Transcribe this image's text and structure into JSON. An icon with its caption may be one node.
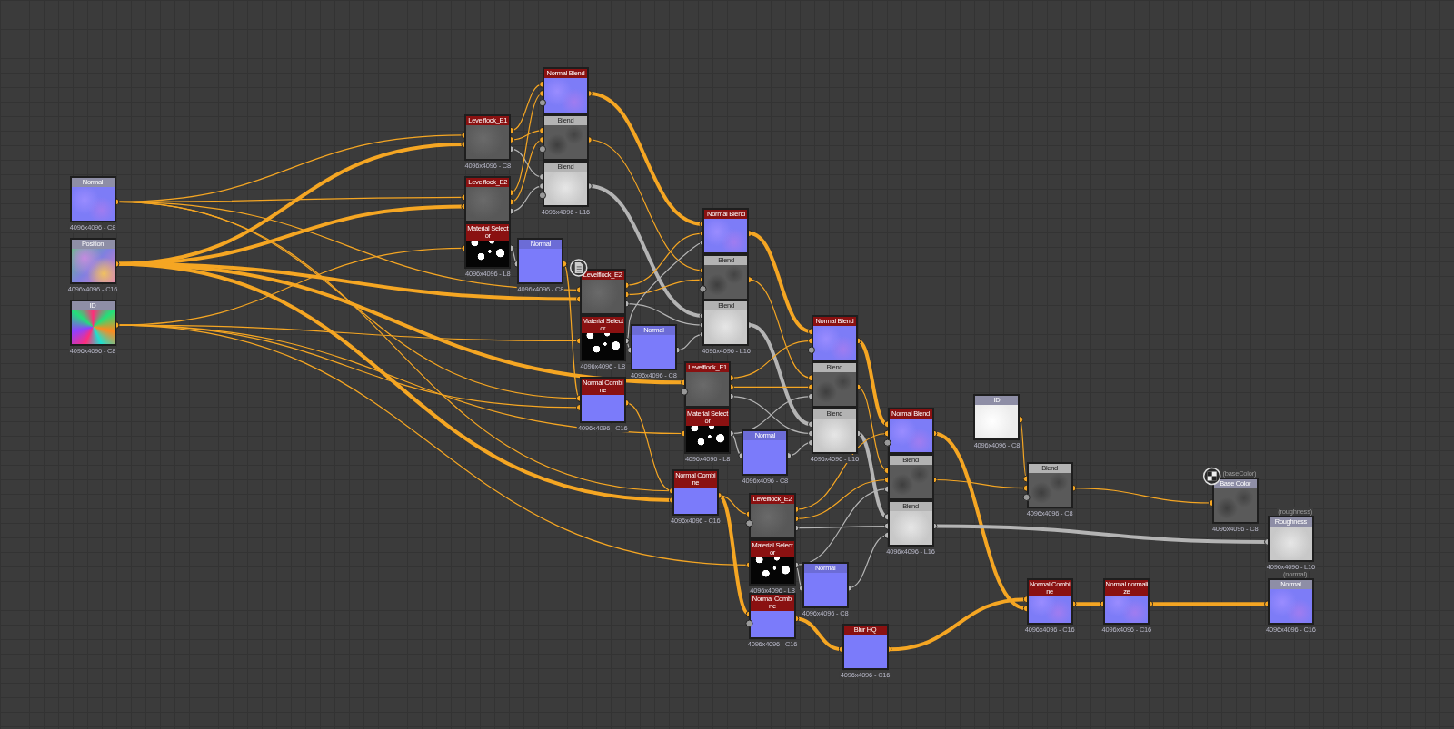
{
  "diagram": {
    "nodes": [
      {
        "text": [
          "Normal"
        ],
        "beside": [
          "4096x4096 - C8"
        ]
      },
      {
        "text": [
          "Position"
        ],
        "beside": [
          "4096x4096 - C16"
        ]
      },
      {
        "text": [
          "ID"
        ],
        "beside": [
          "4096x4096 - C8"
        ]
      },
      {
        "text": [
          "Levelflock_E1"
        ],
        "beside": [
          "4096x4096 - C8"
        ]
      },
      {
        "text": [
          "Levelflock_E2"
        ]
      },
      {
        "text": [
          "Material Selector"
        ],
        "beside": [
          "4096x4096 - L8"
        ]
      },
      {
        "text": [
          "Normal"
        ],
        "beside": [
          "4096x4096 - C8"
        ]
      },
      {
        "text": [
          "Normal Blend"
        ]
      },
      {
        "text": [
          "Blend"
        ]
      },
      {
        "text": [
          "Blend"
        ],
        "beside": [
          "4096x4096 - L16"
        ]
      },
      {
        "text": [
          "Levelflock_E2"
        ]
      },
      {
        "text": [
          "Material Selector"
        ],
        "beside": [
          "4096x4096 - L8"
        ]
      },
      {
        "text": [
          "Normal"
        ],
        "beside": [
          "4096x4096 - C8"
        ]
      },
      {
        "text": [
          "Normal Combine"
        ],
        "beside": [
          "4096x4096 - C16"
        ]
      },
      {
        "text": [
          "Normal Blend"
        ]
      },
      {
        "text": [
          "Blend"
        ]
      },
      {
        "text": [
          "Blend"
        ],
        "beside": [
          "4096x4096 - L16"
        ]
      },
      {
        "text": [
          "Levelflock_E1"
        ]
      },
      {
        "text": [
          "Material Selector"
        ],
        "beside": [
          "4096x4096 - L8"
        ]
      },
      {
        "text": [
          "Normal"
        ],
        "beside": [
          "4096x4096 - C8"
        ]
      },
      {
        "text": [
          "Normal Combine"
        ],
        "beside": [
          "4096x4096 - C16"
        ]
      },
      {
        "text": [
          "Normal Blend"
        ]
      },
      {
        "text": [
          "Blend"
        ]
      },
      {
        "text": [
          "Blend"
        ],
        "beside": [
          "4096x4096 - L16"
        ]
      },
      {
        "text": [
          "Levelflock_E2"
        ]
      },
      {
        "text": [
          "Material Selector"
        ],
        "beside": [
          "4096x4096 - L8"
        ]
      },
      {
        "text": [
          "Normal"
        ],
        "beside": [
          "4096x4096 - C8"
        ]
      },
      {
        "text": [
          "Normal Combine"
        ],
        "beside": [
          "4096x4096 - C16"
        ]
      },
      {
        "text": [
          "Blur HQ"
        ],
        "beside": [
          "4096x4096 - C16"
        ]
      },
      {
        "text": [
          "Normal Blend"
        ]
      },
      {
        "text": [
          "Blend"
        ]
      },
      {
        "text": [
          "Blend"
        ],
        "beside": [
          "4096x4096 - L16"
        ]
      },
      {
        "text": [
          "ID"
        ],
        "beside": [
          "4096x4096 - C8"
        ]
      },
      {
        "text": [
          "Blend"
        ],
        "beside": [
          "4096x4096 - C8"
        ]
      },
      {
        "text": [
          "Base Color"
        ],
        "beside": [
          "(baseColor)",
          "4096x4096 - C8"
        ]
      },
      {
        "text": [
          "Roughness"
        ],
        "beside": [
          "(roughness)",
          "4096x4096 - L16"
        ]
      },
      {
        "text": [
          "Normal Combine"
        ],
        "beside": [
          "4096x4096 - C16"
        ]
      },
      {
        "text": [
          "Normal normalize"
        ],
        "beside": [
          "4096x4096 - C16"
        ]
      },
      {
        "text": [
          "Normal"
        ],
        "beside": [
          "(normal)",
          "4096x4096 - C16"
        ]
      }
    ],
    "edges": [
      {
        "from": 0,
        "to": 3,
        "arrow": "other"
      },
      {
        "from": 1,
        "to": 3,
        "arrow": "other",
        "style": "thick"
      },
      {
        "from": 0,
        "to": 4,
        "arrow": "other"
      },
      {
        "from": 1,
        "to": 4,
        "arrow": "other",
        "style": "thick"
      },
      {
        "from": 2,
        "to": 5,
        "arrow": "other"
      },
      {
        "from": 0,
        "to": 10,
        "arrow": "other"
      },
      {
        "from": 1,
        "to": 10,
        "arrow": "other",
        "style": "thick"
      },
      {
        "from": 2,
        "to": 11,
        "arrow": "other"
      },
      {
        "from": 0,
        "to": 13,
        "arrow": "other"
      },
      {
        "from": 2,
        "to": 13,
        "arrow": "other"
      },
      {
        "from": 1,
        "to": 17,
        "arrow": "other",
        "style": "thick"
      },
      {
        "from": 2,
        "to": 18,
        "arrow": "other"
      },
      {
        "from": 0,
        "to": 20,
        "arrow": "other"
      },
      {
        "from": 1,
        "to": 20,
        "arrow": "other",
        "style": "thick"
      },
      {
        "from": 2,
        "to": 25,
        "arrow": "other"
      },
      {
        "from": 3,
        "to": 7,
        "arrow": "other"
      },
      {
        "from": 3,
        "to": 8,
        "arrow": "other"
      },
      {
        "from": 3,
        "to": 9,
        "arrow": "other",
        "color": "#b4b4b4"
      },
      {
        "from": 4,
        "to": 7,
        "arrow": "other"
      },
      {
        "from": 4,
        "to": 8,
        "arrow": "other"
      },
      {
        "from": 4,
        "to": 9,
        "arrow": "other",
        "color": "#b4b4b4"
      },
      {
        "from": 5,
        "to": 6,
        "arrow": "other",
        "color": "#b4b4b4"
      },
      {
        "from": 6,
        "to": 13,
        "arrow": "other"
      },
      {
        "from": 7,
        "to": 14,
        "arrow": "other",
        "style": "thick"
      },
      {
        "from": 8,
        "to": 15,
        "arrow": "other"
      },
      {
        "from": 9,
        "to": 16,
        "arrow": "other",
        "style": "thick",
        "color": "#b4b4b4"
      },
      {
        "from": 10,
        "to": 14,
        "arrow": "other"
      },
      {
        "from": 10,
        "to": 15,
        "arrow": "other"
      },
      {
        "from": 10,
        "to": 16,
        "arrow": "other",
        "color": "#b4b4b4"
      },
      {
        "from": 11,
        "to": 12,
        "arrow": "other",
        "color": "#b4b4b4"
      },
      {
        "from": 11,
        "to": 14,
        "arrow": "other",
        "color": "#b4b4b4"
      },
      {
        "from": 12,
        "to": 16,
        "arrow": "other",
        "color": "#b4b4b4"
      },
      {
        "from": 13,
        "to": 20,
        "arrow": "other"
      },
      {
        "from": 14,
        "to": 21,
        "arrow": "other",
        "style": "thick"
      },
      {
        "from": 15,
        "to": 22,
        "arrow": "other"
      },
      {
        "from": 16,
        "to": 23,
        "arrow": "other",
        "style": "thick",
        "color": "#b4b4b4"
      },
      {
        "from": 17,
        "to": 21,
        "arrow": "other"
      },
      {
        "from": 17,
        "to": 22,
        "arrow": "other"
      },
      {
        "from": 17,
        "to": 23,
        "arrow": "other",
        "color": "#b4b4b4"
      },
      {
        "from": 18,
        "to": 19,
        "arrow": "other",
        "color": "#b4b4b4"
      },
      {
        "from": 18,
        "to": 22,
        "arrow": "other",
        "color": "#b4b4b4"
      },
      {
        "from": 19,
        "to": 23,
        "arrow": "other",
        "color": "#b4b4b4"
      },
      {
        "from": 20,
        "to": 24,
        "arrow": "other"
      },
      {
        "from": 20,
        "to": 27,
        "arrow": "other",
        "style": "thick"
      },
      {
        "from": 21,
        "to": 29,
        "arrow": "other",
        "style": "thick"
      },
      {
        "from": 22,
        "to": 30,
        "arrow": "other"
      },
      {
        "from": 23,
        "to": 31,
        "arrow": "other",
        "style": "thick",
        "color": "#b4b4b4"
      },
      {
        "from": 24,
        "to": 29,
        "arrow": "other"
      },
      {
        "from": 24,
        "to": 30,
        "arrow": "other"
      },
      {
        "from": 24,
        "to": 31,
        "arrow": "other",
        "color": "#b4b4b4"
      },
      {
        "from": 25,
        "to": 26,
        "arrow": "other",
        "color": "#b4b4b4"
      },
      {
        "from": 25,
        "to": 30,
        "arrow": "other",
        "color": "#b4b4b4"
      },
      {
        "from": 26,
        "to": 31,
        "arrow": "other",
        "color": "#b4b4b4"
      },
      {
        "from": 27,
        "to": 28,
        "arrow": "other",
        "style": "thick"
      },
      {
        "from": 28,
        "to": 36,
        "arrow": "other",
        "style": "thick"
      },
      {
        "from": 29,
        "to": 36,
        "arrow": "other",
        "style": "thick"
      },
      {
        "from": 32,
        "to": 33,
        "arrow": "other"
      },
      {
        "from": 30,
        "to": 33,
        "arrow": "other"
      },
      {
        "from": 33,
        "to": 34,
        "arrow": "other"
      },
      {
        "from": 31,
        "to": 35,
        "arrow": "other",
        "style": "thick",
        "color": "#b4b4b4"
      },
      {
        "from": 36,
        "to": 37,
        "arrow": "other",
        "style": "thick"
      },
      {
        "from": 37,
        "to": 38,
        "arrow": "other",
        "style": "thick"
      }
    ]
  }
}
